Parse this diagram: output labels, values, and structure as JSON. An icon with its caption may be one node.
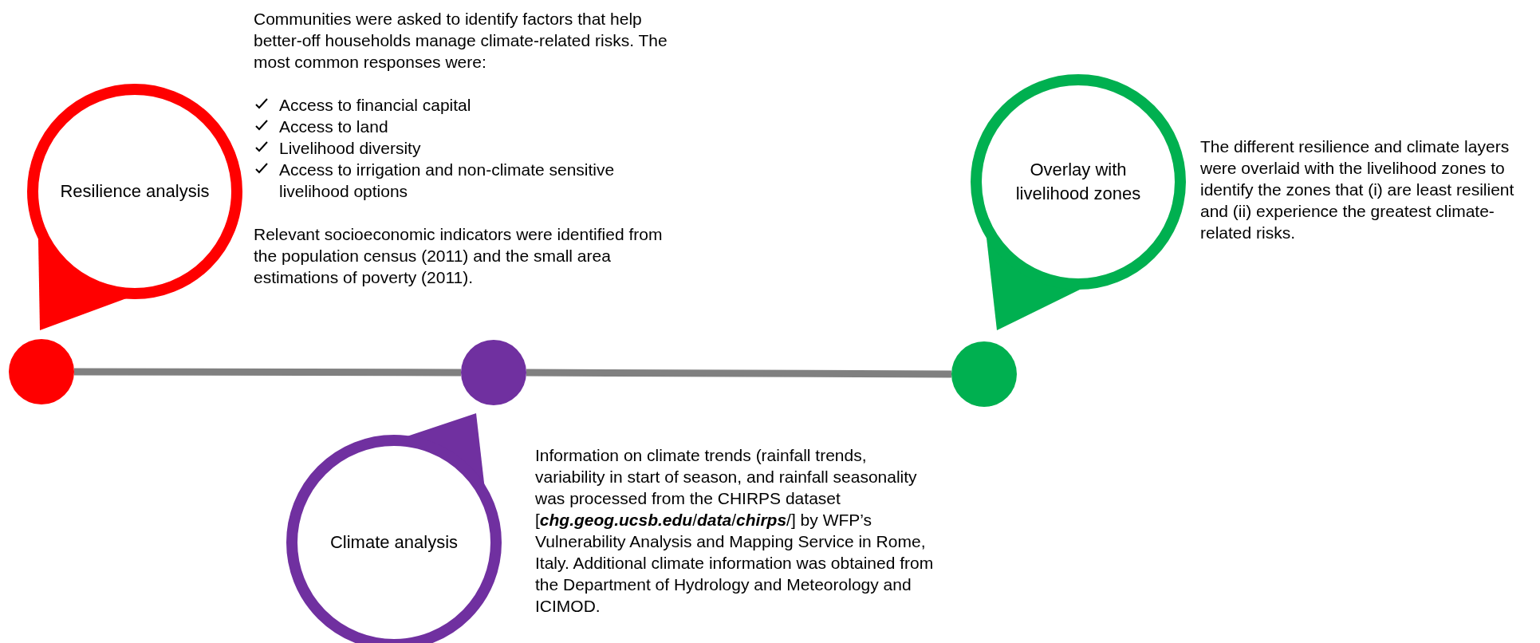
{
  "diagram": {
    "nodes": [
      {
        "text": [
          "Resilience analysis"
        ],
        "beside": [
          "Communities were asked to identify factors that help better-off households manage climate-related risks. The most common responses were:",
          "Access to financial capital",
          "Access to land",
          "Livelihood diversity",
          "Access to irrigation and non-climate sensitive livelihood options",
          "Relevant socioeconomic indicators were identified from the population census (2011) and the small area estimations of poverty (2011)."
        ]
      },
      {
        "text": [
          "Climate analysis"
        ],
        "beside": [
          "Information on climate trends (rainfall trends, variability in start of season, and rainfall seasonality was processed from the CHIRPS dataset [**chg.geog.ucsb.edu**/**data**/**chirps**/] by WFP’s Vulnerability Analysis and Mapping Service in Rome, Italy. Additional climate information was obtained from the Department of Hydrology and Meteorology and ICIMOD."
        ]
      },
      {
        "text": [
          "Overlay with livelihood zones"
        ],
        "beside": [
          "The different resilience and climate layers were overlaid with the livelihood zones to identify the zones that (i) are least resilient and (ii) experience the greatest climate-related risks."
        ]
      },
      {
        "text": [],
        "shape": "circle"
      },
      {
        "text": [],
        "shape": "circle"
      },
      {
        "text": [],
        "shape": "circle"
      }
    ],
    "edges": [
      {
        "from": 3,
        "to": 4,
        "arrow": "none"
      },
      {
        "from": 4,
        "to": 5,
        "arrow": "none"
      }
    ]
  }
}
